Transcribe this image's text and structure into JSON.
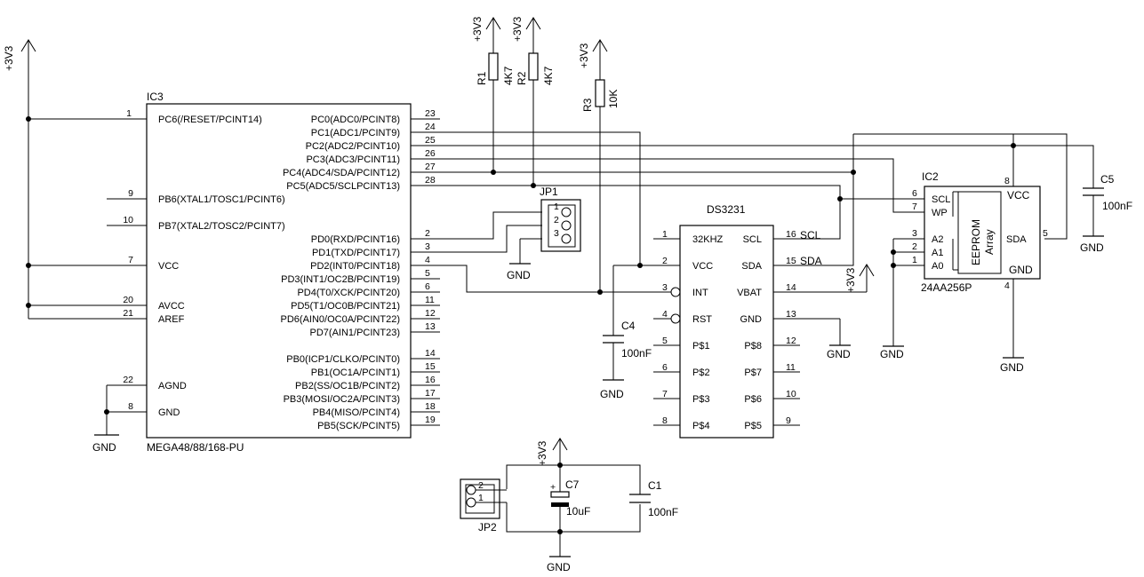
{
  "ic3": {
    "ref": "IC3",
    "part": "MEGA48/88/168-PU",
    "left_pins": [
      {
        "num": "1",
        "name": "PC6(/RESET/PCINT14)"
      },
      {
        "num": "9",
        "name": "PB6(XTAL1/TOSC1/PCINT6)"
      },
      {
        "num": "10",
        "name": "PB7(XTAL2/TOSC2/PCINT7)"
      },
      {
        "num": "7",
        "name": "VCC"
      },
      {
        "num": "20",
        "name": "AVCC"
      },
      {
        "num": "21",
        "name": "AREF"
      },
      {
        "num": "22",
        "name": "AGND"
      },
      {
        "num": "8",
        "name": "GND"
      }
    ],
    "right_pins": [
      {
        "num": "23",
        "name": "PC0(ADC0/PCINT8)"
      },
      {
        "num": "24",
        "name": "PC1(ADC1/PCINT9)"
      },
      {
        "num": "25",
        "name": "PC2(ADC2/PCINT10)"
      },
      {
        "num": "26",
        "name": "PC3(ADC3/PCINT11)"
      },
      {
        "num": "27",
        "name": "PC4(ADC4/SDA/PCINT12)"
      },
      {
        "num": "28",
        "name": "PC5(ADC5/SCLPCINT13)"
      },
      {
        "num": "2",
        "name": "PD0(RXD/PCINT16)"
      },
      {
        "num": "3",
        "name": "PD1(TXD/PCINT17)"
      },
      {
        "num": "4",
        "name": "PD2(INT0/PCINT18)"
      },
      {
        "num": "5",
        "name": "PD3(INT1/OC2B/PCINT19)"
      },
      {
        "num": "6",
        "name": "PD4(T0/XCK/PCINT20)"
      },
      {
        "num": "11",
        "name": "PD5(T1/OC0B/PCINT21)"
      },
      {
        "num": "12",
        "name": "PD6(AIN0/OC0A/PCINT22)"
      },
      {
        "num": "13",
        "name": "PD7(AIN1/PCINT23)"
      },
      {
        "num": "14",
        "name": "PB0(ICP1/CLKO/PCINT0)"
      },
      {
        "num": "15",
        "name": "PB1(OC1A/PCINT1)"
      },
      {
        "num": "16",
        "name": "PB2(SS/OC1B/PCINT2)"
      },
      {
        "num": "17",
        "name": "PB3(MOSI/OC2A/PCINT3)"
      },
      {
        "num": "18",
        "name": "PB4(MISO/PCINT4)"
      },
      {
        "num": "19",
        "name": "PB5(SCK/PCINT5)"
      }
    ]
  },
  "ds3231": {
    "ref": "DS3231",
    "left_pins": [
      {
        "num": "1",
        "name": "32KHZ"
      },
      {
        "num": "2",
        "name": "VCC"
      },
      {
        "num": "3",
        "name": "INT"
      },
      {
        "num": "4",
        "name": "RST"
      },
      {
        "num": "5",
        "name": "P$1"
      },
      {
        "num": "6",
        "name": "P$2"
      },
      {
        "num": "7",
        "name": "P$3"
      },
      {
        "num": "8",
        "name": "P$4"
      }
    ],
    "right_pins": [
      {
        "num": "16",
        "name": "SCL"
      },
      {
        "num": "15",
        "name": "SDA"
      },
      {
        "num": "14",
        "name": "VBAT"
      },
      {
        "num": "13",
        "name": "GND"
      },
      {
        "num": "12",
        "name": "P$8"
      },
      {
        "num": "11",
        "name": "P$7"
      },
      {
        "num": "10",
        "name": "P$6"
      },
      {
        "num": "9",
        "name": "P$5"
      }
    ],
    "net_scl": "SCL",
    "net_sda": "SDA"
  },
  "ic2": {
    "ref": "IC2",
    "part": "24AA256P",
    "vcc": "VCC",
    "gnd": "GND",
    "vcc_pin": "8",
    "gnd_pin": "4",
    "sda_name": "SDA",
    "sda_pin": "5",
    "inner_line1": "EEPROM",
    "inner_line2": "Array",
    "left_pins": [
      {
        "num": "6",
        "name": "SCL"
      },
      {
        "num": "7",
        "name": "WP"
      },
      {
        "num": "3",
        "name": "A2"
      },
      {
        "num": "2",
        "name": "A1"
      },
      {
        "num": "1",
        "name": "A0"
      }
    ]
  },
  "resistors": [
    {
      "ref": "R1",
      "value": "4K7"
    },
    {
      "ref": "R2",
      "value": "4K7"
    },
    {
      "ref": "R3",
      "value": "10K"
    }
  ],
  "capacitors": [
    {
      "ref": "C4",
      "value": "100nF"
    },
    {
      "ref": "C5",
      "value": "100nF"
    },
    {
      "ref": "C7",
      "value": "10uF"
    },
    {
      "ref": "C1",
      "value": "100nF"
    }
  ],
  "jumpers": [
    {
      "ref": "JP1",
      "pins": [
        "1",
        "2",
        "3"
      ]
    },
    {
      "ref": "JP2",
      "pins": [
        "2",
        "1"
      ]
    }
  ],
  "power": {
    "supply": "+3V3",
    "ground": "GND"
  }
}
